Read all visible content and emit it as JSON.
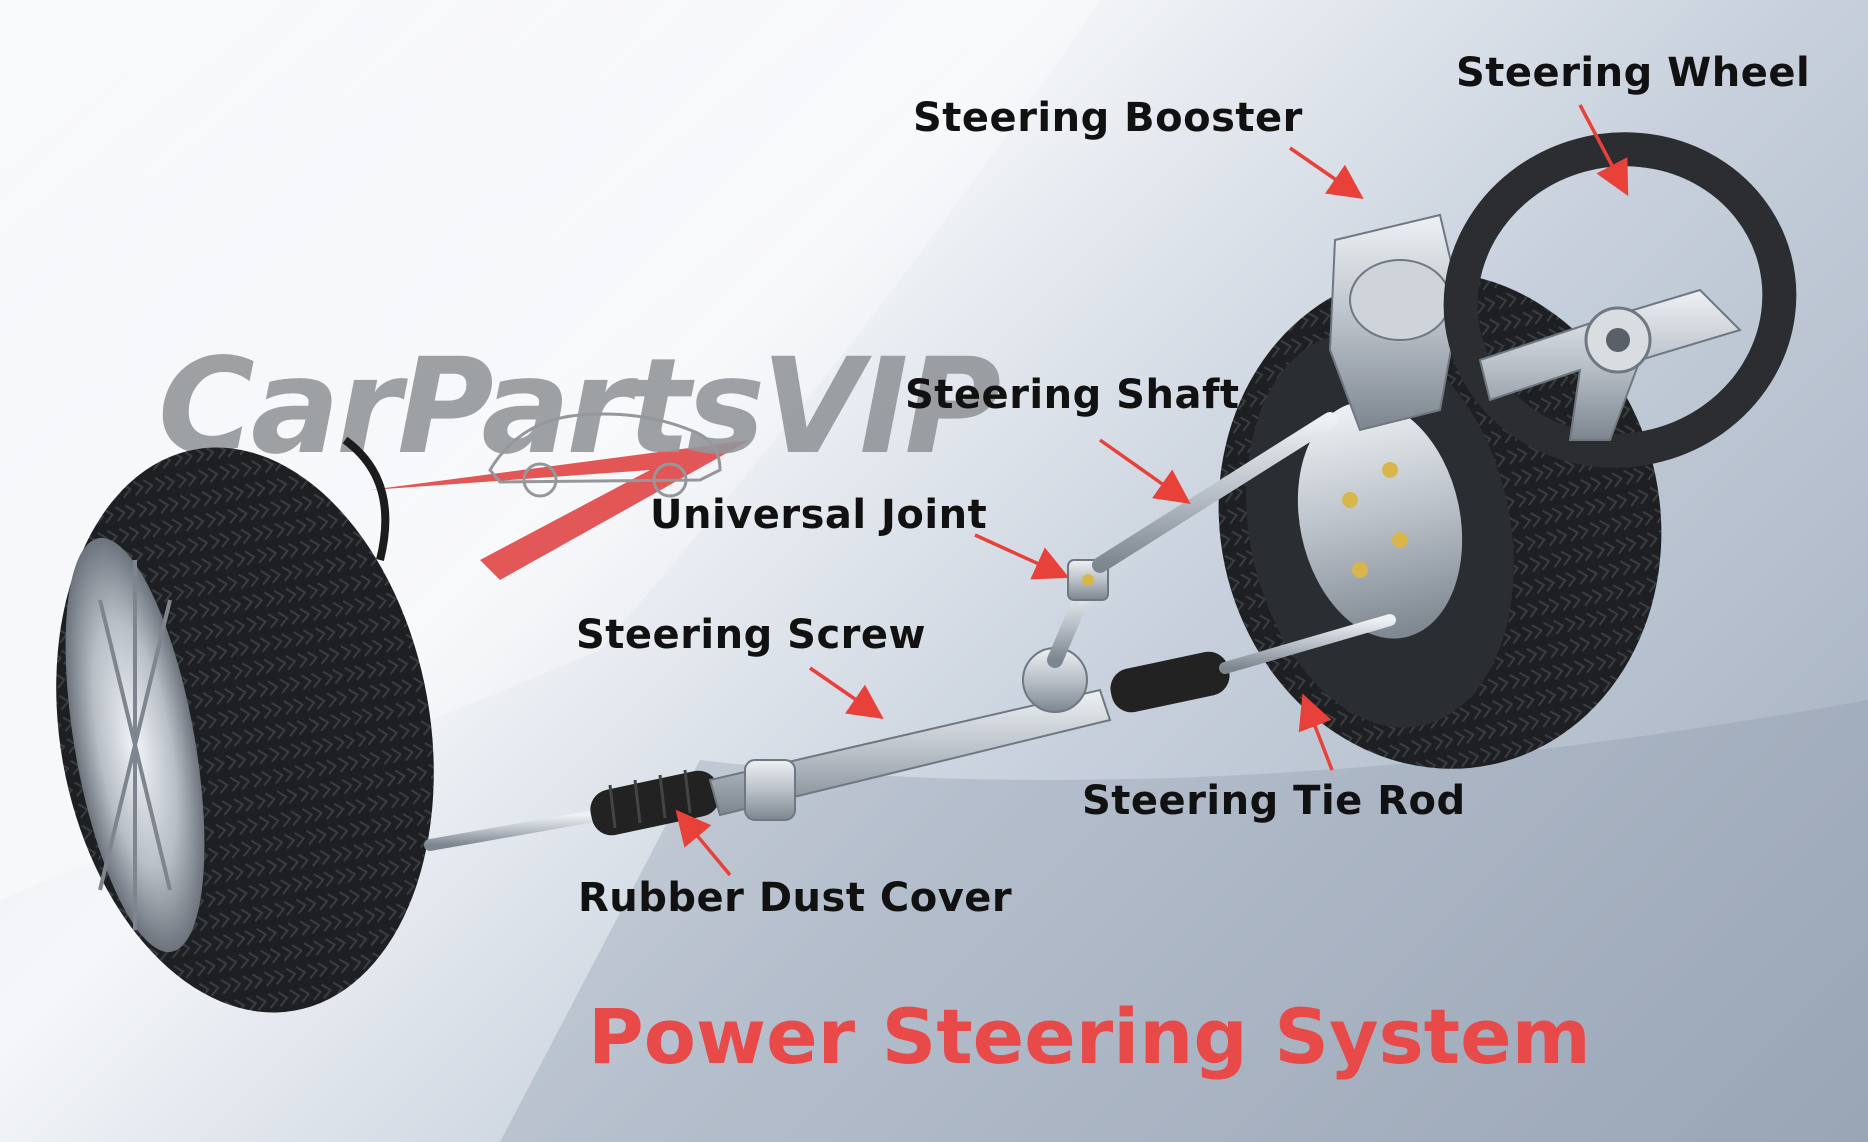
{
  "title": "Power Steering System",
  "watermark": "CarPartsVIP",
  "labels": {
    "steering_wheel": "Steering Wheel",
    "steering_booster": "Steering Booster",
    "steering_shaft": "Steering Shaft",
    "universal_joint": "Universal Joint",
    "steering_screw": "Steering Screw",
    "steering_tie_rod": "Steering Tie Rod",
    "rubber_dust_cover": "Rubber Dust Cover"
  },
  "colors": {
    "title": "#e84a4a",
    "arrow": "#e8413a",
    "label_text": "#111111",
    "tire": "#1d1f22",
    "metal": "#c9ced5",
    "watermark_gray": "#8a8d91",
    "watermark_red": "#e04545"
  }
}
